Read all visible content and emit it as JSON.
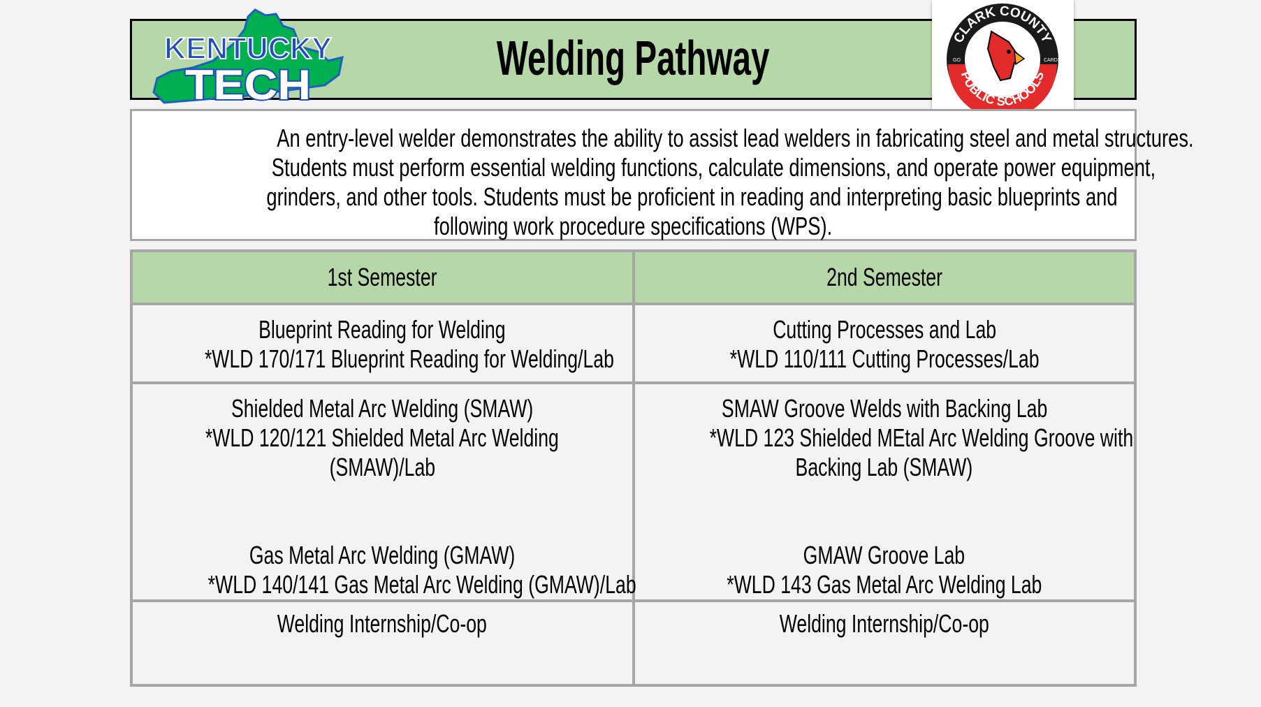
{
  "header": {
    "title": "Welding Pathway",
    "left_logo": {
      "text": [
        "KENTUCKY",
        "TECH"
      ],
      "name": "kentucky-tech-logo"
    },
    "right_logo": {
      "text": [
        "CLARK COUNTY",
        "PUBLIC SCHOOLS",
        "GO",
        "CARDS"
      ],
      "name": "clark-county-public-schools-logo"
    },
    "colors": {
      "band": "#b6d7a8",
      "border": "#000000"
    }
  },
  "description": {
    "lines": [
      "An entry-level welder demonstrates the ability to assist lead welders in fabricating steel and metal structures.",
      "Students must perform essential welding functions, calculate dimensions, and operate power equipment,",
      "grinders, and other tools. Students must be proficient in reading and interpreting basic blueprints and",
      "following work procedure specifications (WPS)."
    ]
  },
  "table": {
    "headers": [
      "1st Semester",
      "2nd Semester"
    ],
    "rows": [
      [
        {
          "blocks": [
            [
              "Blueprint Reading for Welding",
              "*WLD 170/171 Blueprint Reading for Welding/Lab"
            ]
          ]
        },
        {
          "blocks": [
            [
              "Cutting Processes and Lab",
              "*WLD 110/111 Cutting Processes/Lab"
            ]
          ]
        }
      ],
      [
        {
          "blocks": [
            [
              "Shielded Metal Arc Welding (SMAW)",
              "*WLD 120/121 Shielded Metal Arc Welding",
              "(SMAW)/Lab"
            ],
            [
              "Gas Metal Arc Welding (GMAW)",
              "*WLD 140/141 Gas Metal Arc Welding (GMAW)/Lab"
            ]
          ]
        },
        {
          "blocks": [
            [
              "SMAW Groove Welds with Backing Lab",
              "*WLD 123 Shielded MEtal Arc Welding Groove with",
              "Backing Lab (SMAW)"
            ],
            [
              "GMAW Groove Lab",
              "*WLD 143 Gas Metal Arc Welding Lab"
            ]
          ]
        }
      ],
      [
        {
          "blocks": [
            [
              "Welding Internship/Co-op"
            ]
          ]
        },
        {
          "blocks": [
            [
              "Welding Internship/Co-op"
            ]
          ]
        }
      ]
    ]
  }
}
